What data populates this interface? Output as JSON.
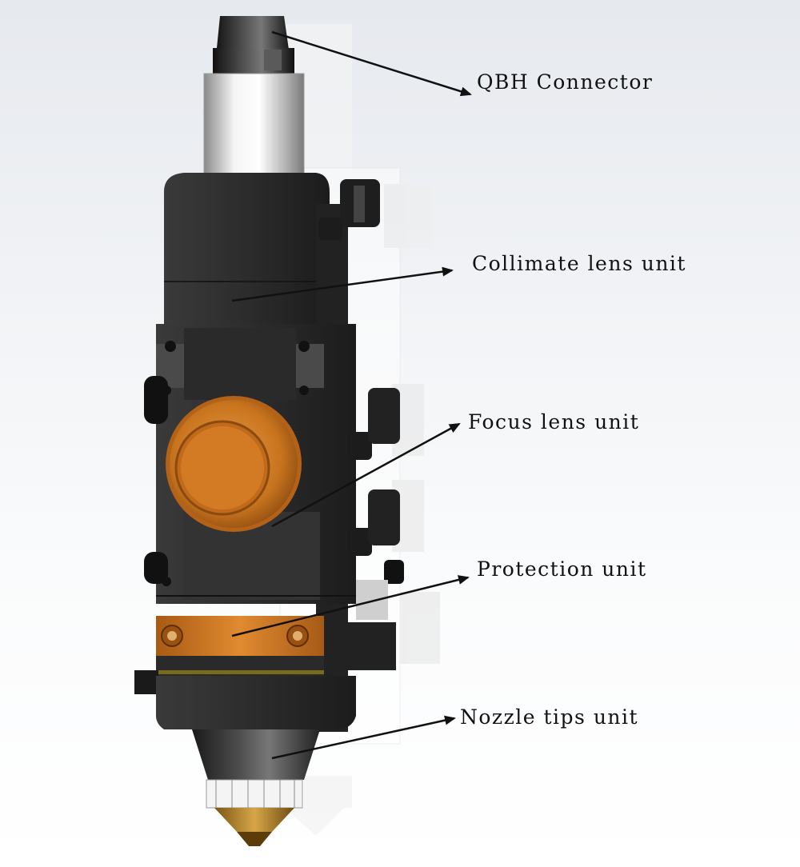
{
  "callouts": {
    "qbh": "QBH Connector",
    "collimate": "Collimate lens unit",
    "focus": "Focus lens unit",
    "protection": "Protection unit",
    "nozzle": "Nozzle tips unit"
  },
  "colors": {
    "body_dark": "#2e2e2e",
    "body_black": "#1a1a1a",
    "accent_orange": "#c8741e",
    "brass": "#b8862e",
    "chrome": "#d9d9d9",
    "arrow": "#111111"
  }
}
